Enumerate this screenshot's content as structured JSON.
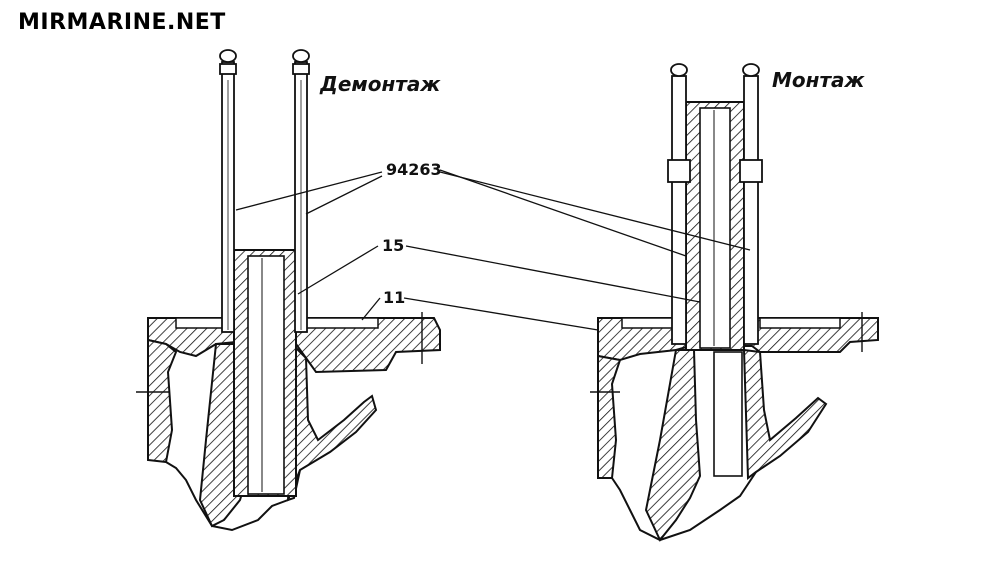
{
  "watermark": "MIRMARINE.NET",
  "labels": {
    "left_title": "Демонтаж",
    "right_title": "Монтаж"
  },
  "callouts": {
    "tool": "94263",
    "sleeve": "15",
    "housing": "11"
  },
  "colors": {
    "ink": "#111111",
    "background": "#ffffff"
  }
}
